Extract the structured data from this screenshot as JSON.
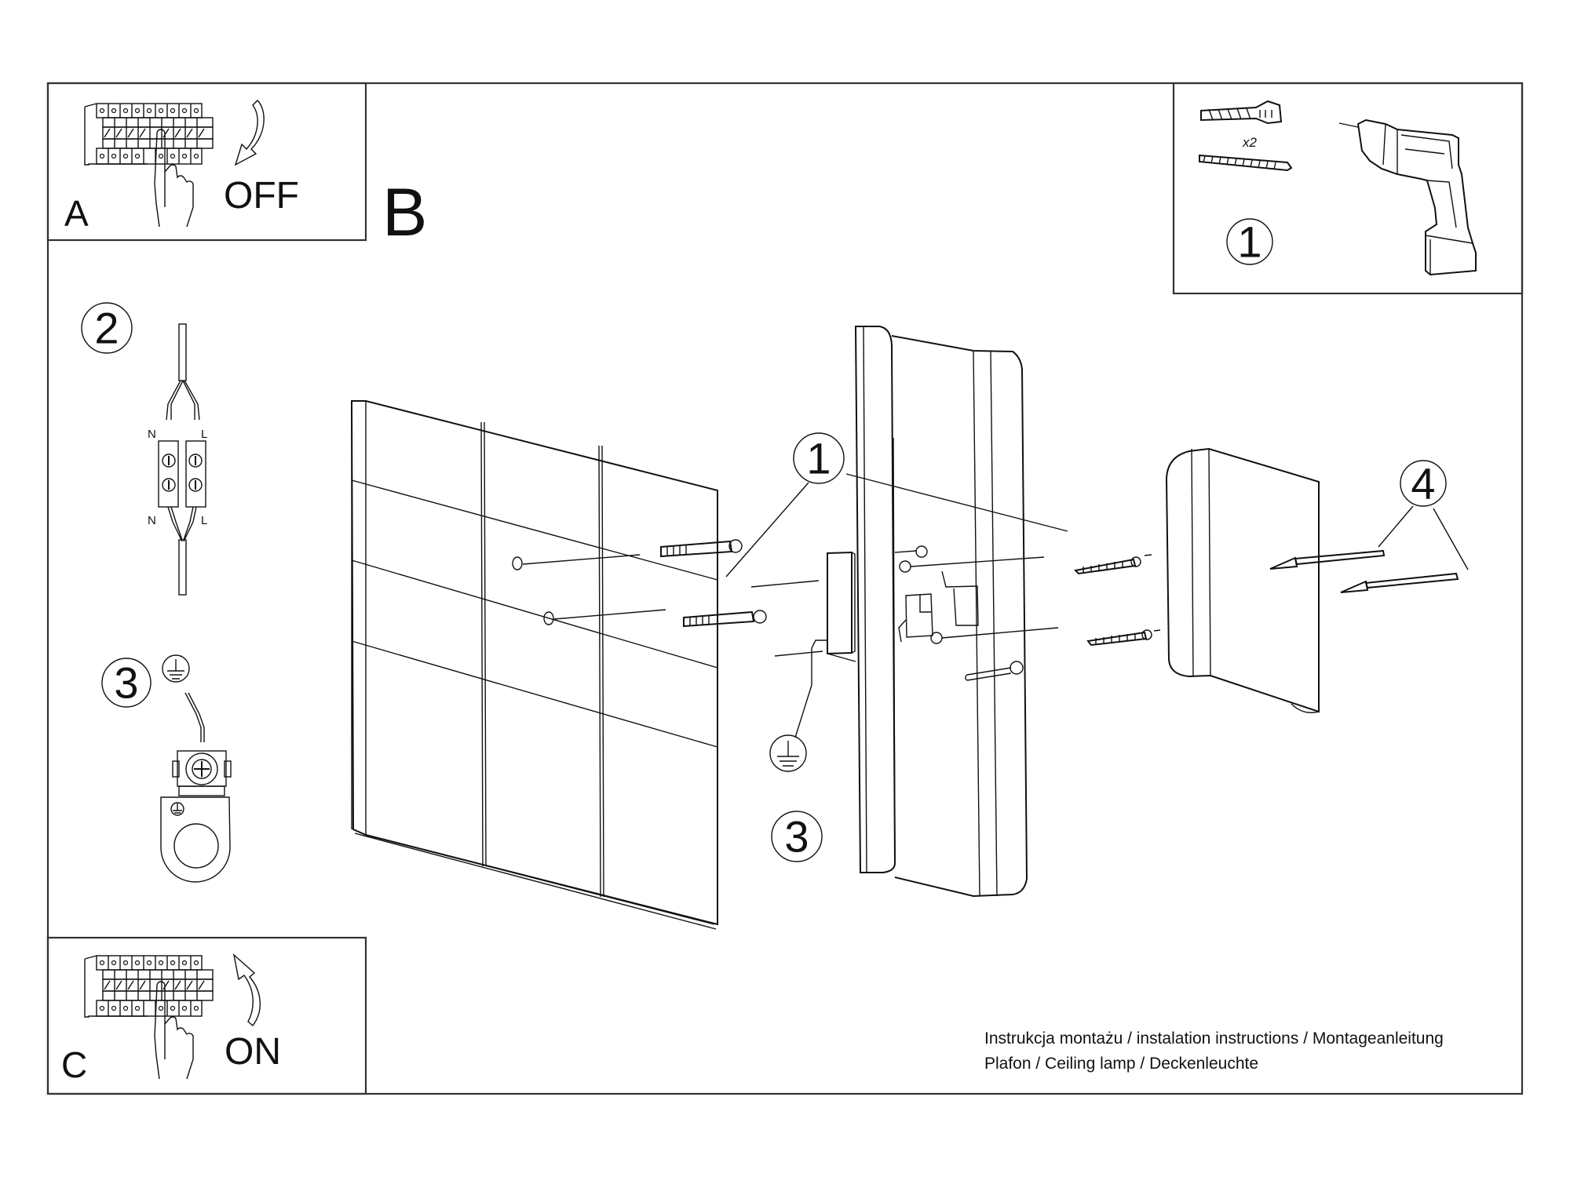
{
  "document": {
    "type": "installation-instructions",
    "footer": {
      "line1": "Instrukcja montażu / instalation instructions / Montageanleitung",
      "line2": "Plafon / Ceiling lamp / Deckenleuchte"
    }
  },
  "panels": {
    "a": {
      "letter": "A",
      "switch_label": "OFF"
    },
    "b": {
      "letter": "B"
    },
    "c": {
      "letter": "C",
      "switch_label": "ON"
    },
    "tools": {
      "step": "1",
      "quantity": "x2"
    }
  },
  "steps": {
    "wiring": {
      "number": "2",
      "terminal_top_left": "N",
      "terminal_top_right": "L",
      "terminal_bottom_left": "N",
      "terminal_bottom_right": "L"
    },
    "ground": {
      "number": "3"
    },
    "main_step_1": "1",
    "main_step_3": "3",
    "main_step_4": "4"
  },
  "colors": {
    "line": "#111111",
    "background": "#ffffff"
  }
}
